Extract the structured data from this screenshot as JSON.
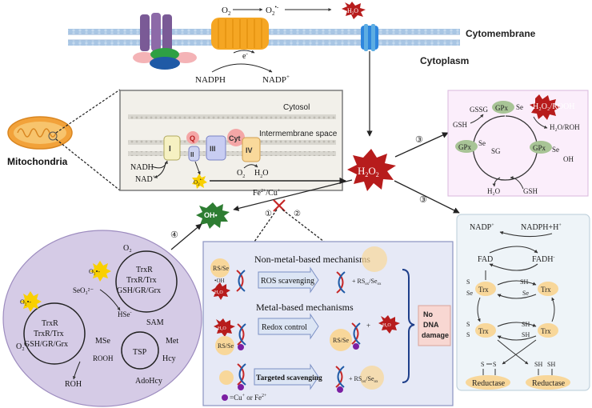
{
  "membrane": {
    "cytomembrane_label": "Cytomembrane",
    "cytoplasm_label": "Cytoplasm",
    "o2": "O",
    "o2_sub": "2",
    "o2_radical": "O",
    "o2_radical_sub": "2",
    "o2_radical_sup": "•-",
    "h2o": "H",
    "h2o_sub": "2",
    "h2o_end": "O",
    "electron": "e",
    "electron_sup": "-",
    "nadph": "NADPH",
    "nadp": "NADP",
    "nadp_sup": "+"
  },
  "mito": {
    "label": "Mitochondria",
    "cytosol": "Cytosol",
    "intermembrane": "Intermembrane space",
    "complex_i": "I",
    "complex_ii": "II",
    "complex_iii": "III",
    "complex_iv": "IV",
    "q": "Q",
    "cyt": "Cyt",
    "nadh": "NADH",
    "nad": "NAD",
    "nad_sup": "+",
    "o2": "O",
    "o2_sub": "2",
    "h2o": "H",
    "h2o_sub": "2",
    "h2o_end": "O",
    "o2r": "O",
    "o2r_sub": "2",
    "o2r_sup": "•-"
  },
  "center": {
    "h2o2": "H",
    "h2o2_sub1": "2",
    "h2o2_mid": "O",
    "h2o2_sub2": "2",
    "fe_cu": "Fe",
    "fe_sup": "2+",
    "fe_slash": "/Cu",
    "cu_sup": "+",
    "oh": "OH•",
    "n1": "①",
    "n2": "②",
    "n3a": "③",
    "n3b": "③",
    "n4": "④"
  },
  "gpx": {
    "gpx": "GPx",
    "se": "Se",
    "gssg": "GSSG",
    "gsh_top": "GSH",
    "h2o2_rooh": "H₂O₂/ROOH",
    "h2o_roh": "H₂O/ROH",
    "sg": "SG",
    "oh": "OH",
    "h2o": "H₂O",
    "gsh_bottom": "GSH"
  },
  "trx": {
    "nadp": "NADP",
    "nadp_sup": "+",
    "nadph_h": "NADPH+H",
    "nadph_sup": "+",
    "fad": "FAD",
    "fadh": "FADH",
    "fadh_sup": "-",
    "trx": "Trx",
    "s": "S",
    "se": "Se",
    "sh": "SH",
    "reductase": "Reductase"
  },
  "cycle": {
    "o2_top": "O₂",
    "o2r": "O₂•-",
    "trxr": "TrxR",
    "trxr_trx": "TrxR/Trx",
    "gsh_gr": "GSH/GR/Grx",
    "seo3": "SeO₃²⁻",
    "hse": "HSe",
    "hse_sup": "-",
    "sam": "SAM",
    "met": "Met",
    "mse": "MSe",
    "tsp": "TSP",
    "hcy": "Hcy",
    "rooh": "ROOH",
    "adohcy": "AdoHcy",
    "roh": "ROH",
    "o2_left": "O₂",
    "o2_left_sup": "•-"
  },
  "mechanisms": {
    "rs_se": "RS/Se",
    "oh_small": "•OH",
    "h2o_small": "H₂O",
    "non_metal_title": "Non-metal-based mechanisms",
    "ros_scavenging": "ROS scavenging",
    "rs_ox": "+ RS",
    "ox_sub": "ox",
    "se_ox": "/Se",
    "metal_title": "Metal-based mechanisms",
    "redox_control": "Redox control",
    "targeted_scavenging": "Targeted scavenging",
    "plus": "+",
    "no_dna": "No DNA damage",
    "no_dna_l1": "No",
    "no_dna_l2": "DNA",
    "no_dna_l3": "damage",
    "legend": "=Cu",
    "legend_sup": "+",
    "legend_or": " or Fe",
    "legend_sup2": "2+"
  },
  "colors": {
    "membrane": "#a9c6e4",
    "mito_box": "#f2f0ea",
    "gpx_box": "#fbeefb",
    "trx_box": "#eef4f8",
    "cycle_ellipse": "#d5cbe6",
    "mech_box": "#e6e9f6",
    "nodna_box": "#f8d7d2",
    "star": "#b71c1c",
    "oh_star": "#2e7d32",
    "gpx_node": "#a8c496",
    "trx_node": "#f8d79a"
  }
}
